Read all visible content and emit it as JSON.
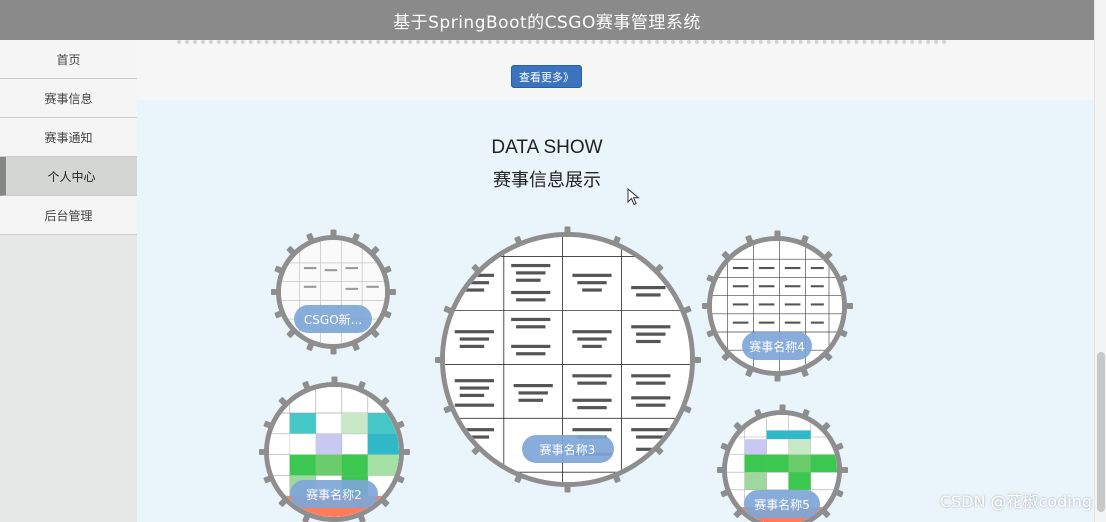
{
  "header": {
    "title": "基于SpringBoot的CSGO赛事管理系统"
  },
  "sidebar": {
    "items": [
      {
        "label": "首页"
      },
      {
        "label": "赛事信息"
      },
      {
        "label": "赛事通知"
      },
      {
        "label": "个人中心"
      },
      {
        "label": "后台管理"
      }
    ],
    "active_index": 3
  },
  "main": {
    "more_button": "查看更多》",
    "show": {
      "title_en": "DATA SHOW",
      "title_cn": "赛事信息展示"
    },
    "cards": [
      {
        "label": "CSGO新..."
      },
      {
        "label": "赛事名称2"
      },
      {
        "label": "赛事名称3"
      },
      {
        "label": "赛事名称4"
      },
      {
        "label": "赛事名称5"
      }
    ]
  },
  "watermark": "CSDN @花椒coding",
  "colors": {
    "header_bg": "#8a8a8a",
    "button_blue": "#3a73bf",
    "show_bg": "#eaf4fb",
    "label_blue": "#7ea7d8",
    "ring_gray": "#8e8e8e"
  }
}
